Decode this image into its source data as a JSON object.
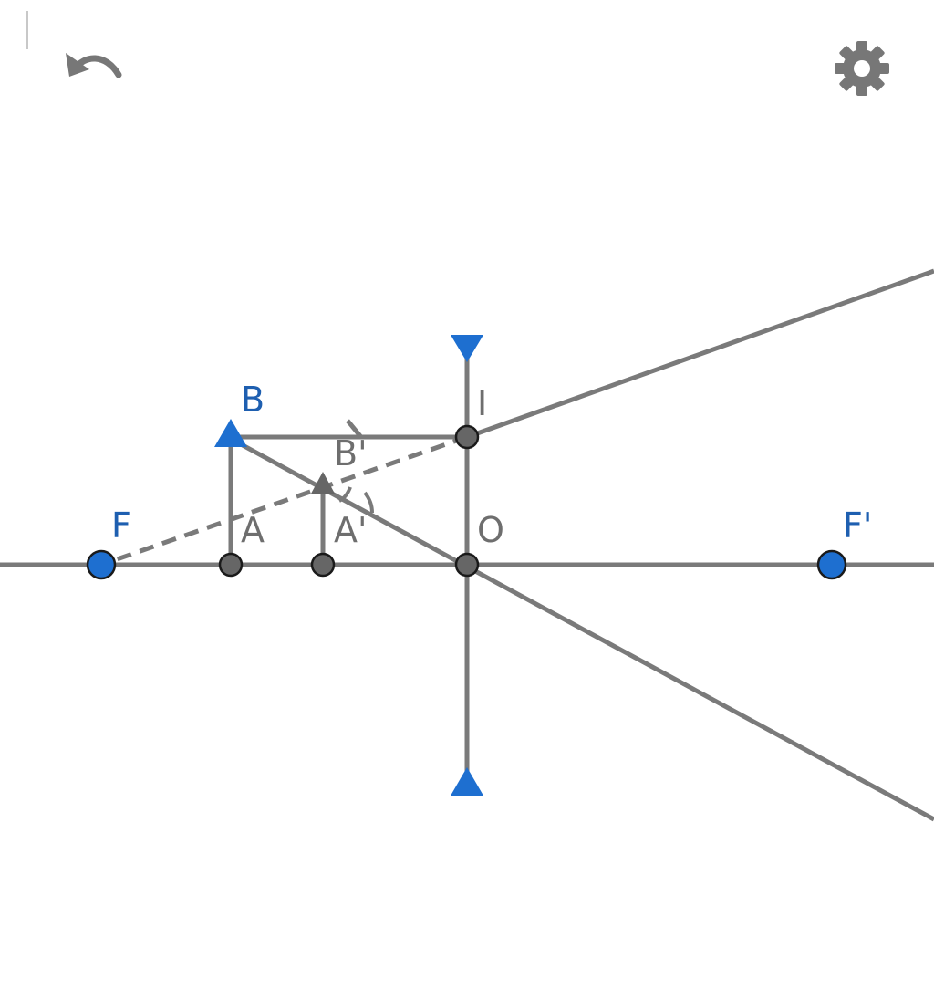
{
  "toolbar": {
    "undo_icon": "undo-icon",
    "settings_icon": "gear-icon"
  },
  "labels": {
    "B": "B",
    "B_prime": "B'",
    "F": "F",
    "A": "A",
    "A_prime": "A'",
    "O": "O",
    "F_prime": "F'",
    "I": "I"
  },
  "colors": {
    "construction": "#7a7a7a",
    "point_blue": "#1e6fd0",
    "point_gray": "#666666",
    "label_blue": "#1e5fb0",
    "label_gray": "#6e6e6e",
    "icon": "#777777"
  }
}
